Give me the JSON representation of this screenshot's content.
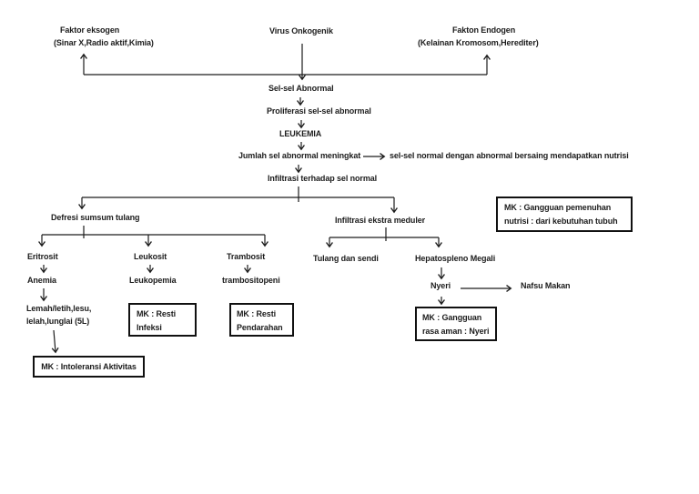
{
  "diagram": {
    "subject": "LEUKEMIA pathophysiology flowchart",
    "colors": {
      "ink": "#1c1c1c",
      "background": "#ffffff",
      "box_border": "#111111"
    },
    "nodes": {
      "faktor_eksogen": {
        "line1": "Faktor eksogen",
        "line2": "(Sinar X,Radio aktif,Kimia)"
      },
      "virus_onkogenik": "Virus Onkogenik",
      "fakton_endogen": {
        "line1": "Fakton Endogen",
        "line2": "(Kelainan Kromosom,Herediter)"
      },
      "sel_sel_abnormal": "Sel-sel Abnormal",
      "proliferasi": "Proliferasi sel-sel abnormal",
      "leukemia": "LEUKEMIA",
      "jumlah_meningkat": "Jumlah sel abnormal meningkat",
      "bersaing_nutrisi": "sel-sel normal dengan abnormal bersaing mendapatkan nutrisi",
      "infiltrasi_normal": "Infiltrasi terhadap sel normal",
      "defresi_sumsum": "Defresi sumsum tulang",
      "infiltrasi_ekstra": "Infiltrasi ekstra meduler",
      "eritrosit": "Eritrosit",
      "anemia": "Anemia",
      "lemah": {
        "line1": "Lemah/letih,lesu,",
        "line2": "lelah,lunglai (5L)"
      },
      "leukosit": "Leukosit",
      "leukopemia": "Leukopemia",
      "trambosit": "Trambosit",
      "trambositopeni": "trambositopeni",
      "tulang_sendi": "Tulang dan sendi",
      "hepatospleno": "Hepatospleno Megali",
      "nyeri": "Nyeri",
      "nafsu_makan": "Nafsu Makan"
    },
    "boxes": {
      "mk_nutrisi": {
        "line1": "MK : Gangguan pemenuhan",
        "line2": "nutrisi : dari kebutuhan tubuh"
      },
      "mk_infeksi": {
        "line1": "MK : Resti",
        "line2": "Infeksi"
      },
      "mk_pendarahan": {
        "line1": "MK : Resti",
        "line2": "Pendarahan"
      },
      "mk_rasa_aman": {
        "line1": "MK : Gangguan",
        "line2": "rasa aman : Nyeri"
      },
      "mk_intoleransi": "MK : Intoleransi Aktivitas"
    }
  }
}
